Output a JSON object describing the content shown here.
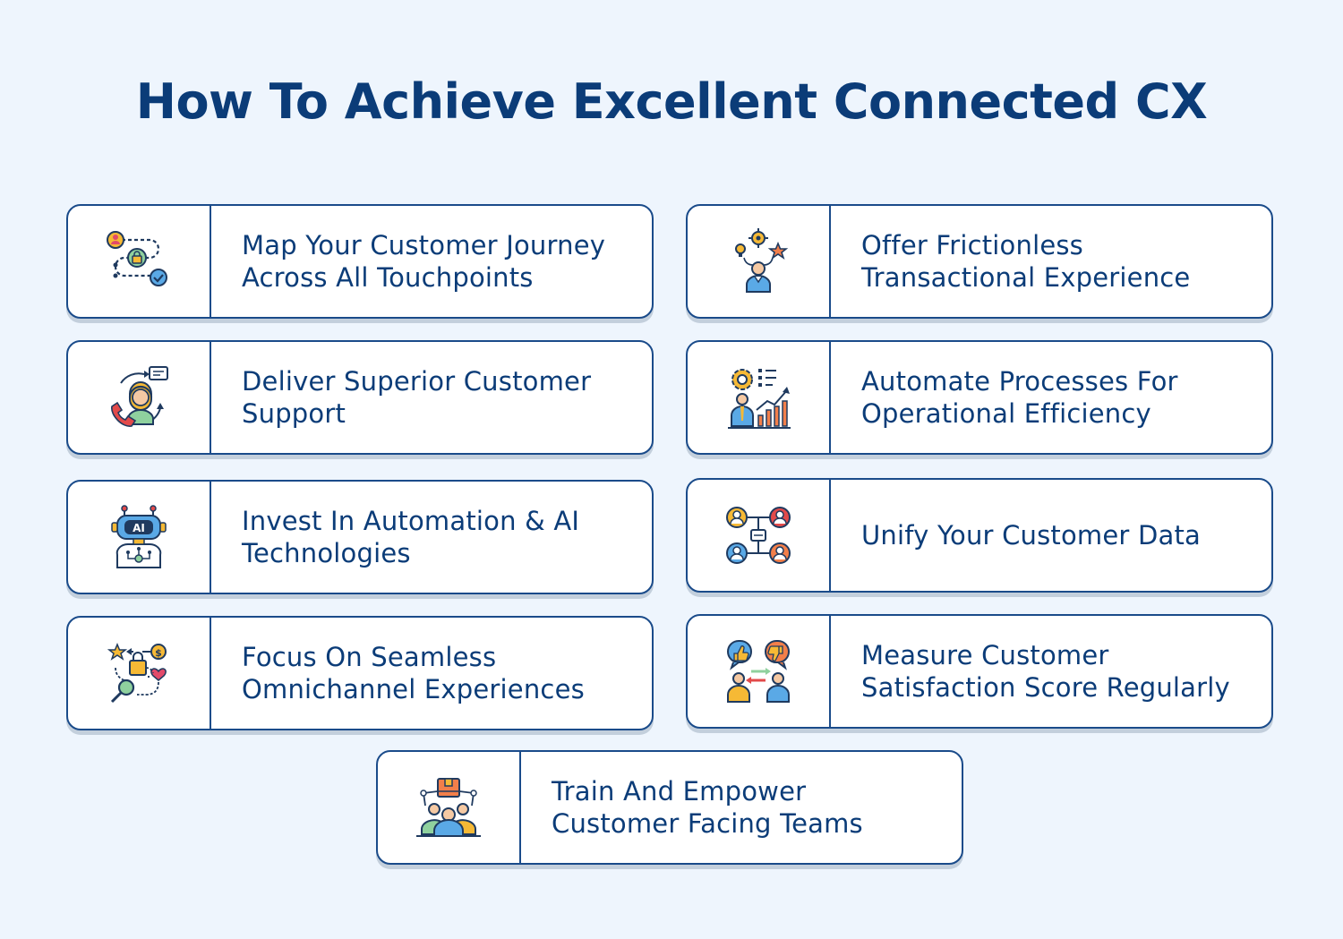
{
  "title": "How To Achieve Excellent Connected CX",
  "items": [
    {
      "label": "Map Your Customer Journey\nAcross All Touchpoints",
      "icon": "journey-map-icon"
    },
    {
      "label": "Offer Frictionless\nTransactional Experience",
      "icon": "ideas-person-icon"
    },
    {
      "label": "Deliver Superior Customer\nSupport",
      "icon": "customer-support-icon"
    },
    {
      "label": "Automate Processes For\nOperational Efficiency",
      "icon": "automation-growth-icon"
    },
    {
      "label": "Invest In Automation & AI\nTechnologies",
      "icon": "ai-robot-icon"
    },
    {
      "label": "Unify Your Customer Data",
      "icon": "connected-customers-icon"
    },
    {
      "label": "Focus On Seamless\nOmnichannel Experiences",
      "icon": "omnichannel-icon"
    },
    {
      "label": "Measure Customer\nSatisfaction Score Regularly",
      "icon": "feedback-icon"
    },
    {
      "label": "Train And Empower\nCustomer Facing Teams",
      "icon": "team-empower-icon"
    }
  ],
  "colors": {
    "background": "#eef5fd",
    "primary": "#0b3c78",
    "border": "#1a4b8a"
  }
}
